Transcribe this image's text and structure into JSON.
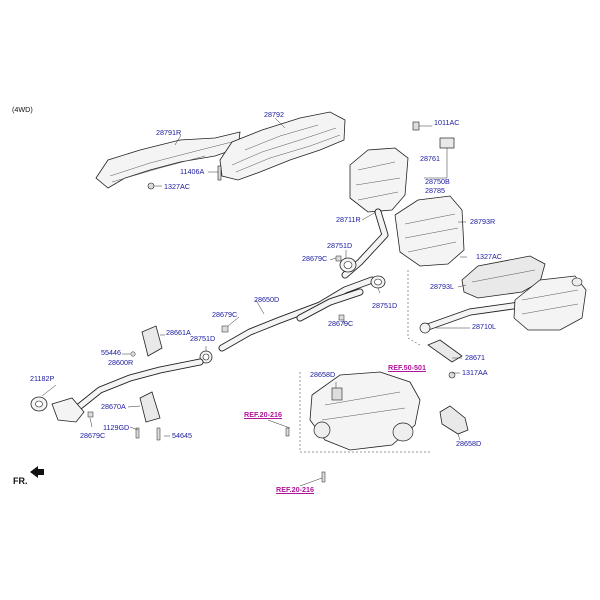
{
  "variant": "(4WD)",
  "direction": "FR.",
  "labels": {
    "p28792": "28792",
    "p28791R": "28791R",
    "p11406A": "11406A",
    "p1327AC_a": "1327AC",
    "p1011AC": "1011AC",
    "p28761": "28761",
    "p28750B": "28750B",
    "p28785": "28785",
    "p28711R": "28711R",
    "p28793R": "28793R",
    "p28751D_a": "28751D",
    "p28679C_a": "28679C",
    "p1327AC_b": "1327AC",
    "p28793L": "28793L",
    "p28650D": "28650D",
    "p28751D_b": "28751D",
    "p28679C_b": "28679C",
    "p28679C_c": "28679C",
    "p28710L": "28710L",
    "p28661A": "28661A",
    "p28751D_c": "28751D",
    "p55446": "55446",
    "p28600R": "28600R",
    "p28671": "28671",
    "ref50501": "REF.50-501",
    "p1317AA": "1317AA",
    "p21182P": "21182P",
    "p28658D_a": "28658D",
    "p28670A": "28670A",
    "pREF20216_a": "REF.20-216",
    "p1129GD": "1129GD",
    "p54645": "54645",
    "p28679C_d": "28679C",
    "p28658D_b": "28658D",
    "pREF20216_b": "REF.20-216"
  }
}
